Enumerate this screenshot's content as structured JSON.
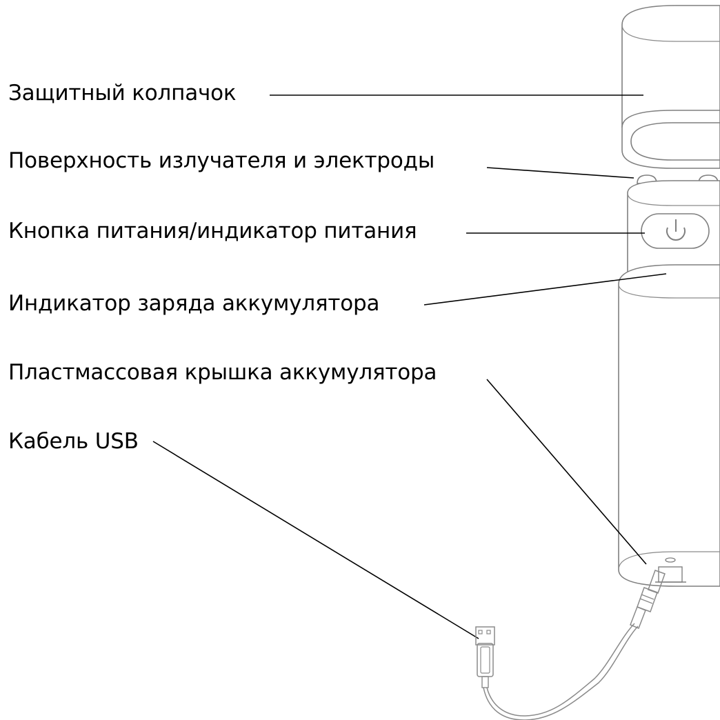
{
  "labels": {
    "protective_cap": "Защитный колпачок",
    "emitter_surface": "Поверхность излучателя и электроды",
    "power_button": "Кнопка питания/индикатор питания",
    "battery_indicator": "Индикатор заряда аккумулятора",
    "battery_cover": "Пластмассовая крышка аккумулятора",
    "usb_cable": "Кабель USB"
  },
  "icons": {
    "power": "power-icon",
    "usb_plug": "usb-plug-icon",
    "dc_plug": "dc-plug-icon"
  },
  "colors": {
    "line": "#000000",
    "device_outline": "#7f7f7f",
    "text": "#000000"
  }
}
